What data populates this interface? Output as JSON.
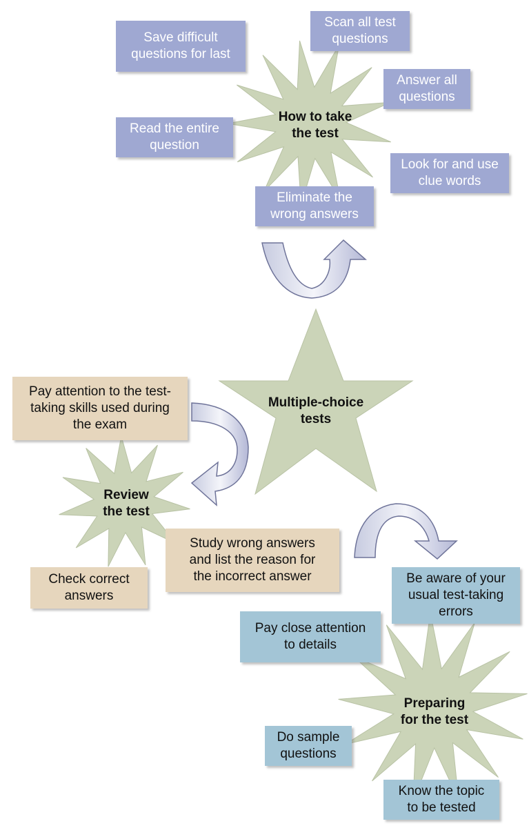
{
  "colors": {
    "star": "#cbd4b8",
    "box_blue": "#9fa8d2",
    "box_tan": "#e6d6bd",
    "box_teal": "#a3c5d6"
  },
  "hubs": {
    "how_to_take": "How to take\nthe test",
    "multiple_choice": "Multiple-choice\ntests",
    "review": "Review\nthe test",
    "preparing": "Preparing\nfor the test"
  },
  "how_to_take_items": {
    "save_difficult": "Save difficult\nquestions for last",
    "scan_all": "Scan all test\nquestions",
    "answer_all": "Answer all\nquestions",
    "read_entire": "Read the entire\nquestion",
    "look_for_clue": "Look for and use\nclue words",
    "eliminate": "Eliminate the\nwrong answers"
  },
  "review_items": {
    "pay_attention_skills": "Pay attention to the test-\ntaking skills used during\nthe exam",
    "study_wrong": "Study wrong answers\nand list the reason for\nthe incorrect answer",
    "check_correct": "Check correct\nanswers"
  },
  "preparing_items": {
    "be_aware": "Be aware of your\nusual test-taking\nerrors",
    "pay_close": "Pay close attention\nto details",
    "do_sample": "Do sample\nquestions",
    "know_topic": "Know the topic\nto be tested"
  },
  "icons": [
    "curved-arrow-icon"
  ]
}
